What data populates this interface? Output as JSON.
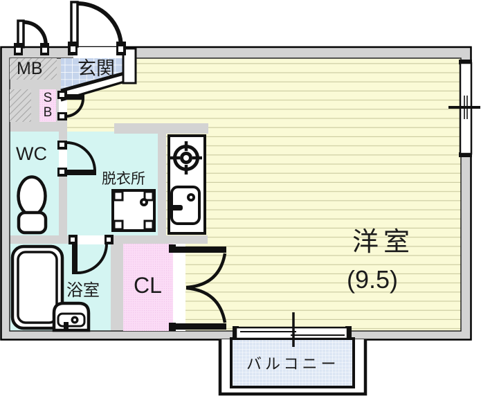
{
  "floor_plan": {
    "labels": {
      "meter_box": "MB",
      "entrance": "玄関",
      "shoe_box_line1": "S",
      "shoe_box_line2": "B",
      "toilet_room": "WC",
      "dressing_room": "脱衣所",
      "bathroom": "浴室",
      "closet": "CL",
      "western_room": "洋室",
      "western_room_size": "(9.5)",
      "balcony": "バルコニー"
    },
    "colors": {
      "wall_gray": "#d3d3d3",
      "flooring_yellow": "#fafad6",
      "wet_area_cyan": "#d4f5f2",
      "closet_pink": "#fbdcf6",
      "entrance_tile_blue": "#c5d4ec",
      "balcony_tile_blue": "#dce6f4",
      "outline_black": "#111111"
    }
  }
}
